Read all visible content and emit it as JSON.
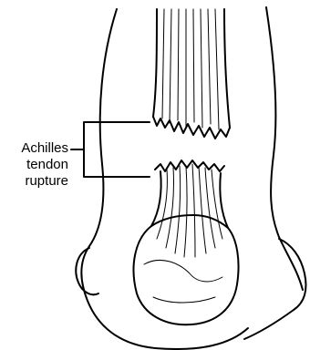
{
  "diagram": {
    "label_lines": [
      "Achilles",
      "tendon",
      "rupture"
    ]
  }
}
